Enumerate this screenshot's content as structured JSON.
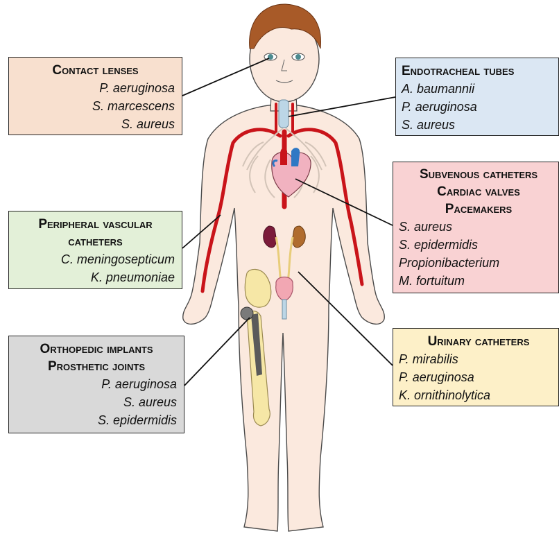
{
  "colors": {
    "contact_bg": "#f8e0cf",
    "endo_bg": "#dbe7f3",
    "subvenous_bg": "#f9d2d3",
    "peripheral_bg": "#e3f0d8",
    "orthopedic_bg": "#d9d9d9",
    "urinary_bg": "#fdf0c8",
    "skin": "#fbe9de",
    "artery": "#c9141a",
    "hair": "#a85a28",
    "bone": "#f6e7a6"
  },
  "boxes": {
    "contact_lenses": {
      "title": "Contact lenses",
      "organisms": [
        "P. aeruginosa",
        "S. marcescens",
        "S. aureus"
      ]
    },
    "endotracheal_tubes": {
      "title": "Endotracheal tubes",
      "organisms": [
        "A. baumannii",
        "P. aeruginosa",
        "S. aureus"
      ]
    },
    "subvenous": {
      "titles": [
        "Subvenous catheters",
        "Cardiac valves",
        "Pacemakers"
      ],
      "organisms": [
        "S. aureus",
        "S. epidermidis",
        "Propionibacterium",
        "M. fortuitum"
      ]
    },
    "peripheral_vascular": {
      "titles": [
        "Peripheral vascular",
        "catheters"
      ],
      "organisms": [
        "C. meningosepticum",
        "K. pneumoniae"
      ]
    },
    "orthopedic": {
      "titles": [
        "Orthopedic implants",
        "Prosthetic joints"
      ],
      "organisms": [
        "P. aeruginosa",
        "S. aureus",
        "S. epidermidis"
      ]
    },
    "urinary": {
      "title": "Urinary catheters",
      "organisms": [
        "P. mirabilis",
        "P. aeruginosa",
        "K. ornithinolytica"
      ]
    }
  }
}
